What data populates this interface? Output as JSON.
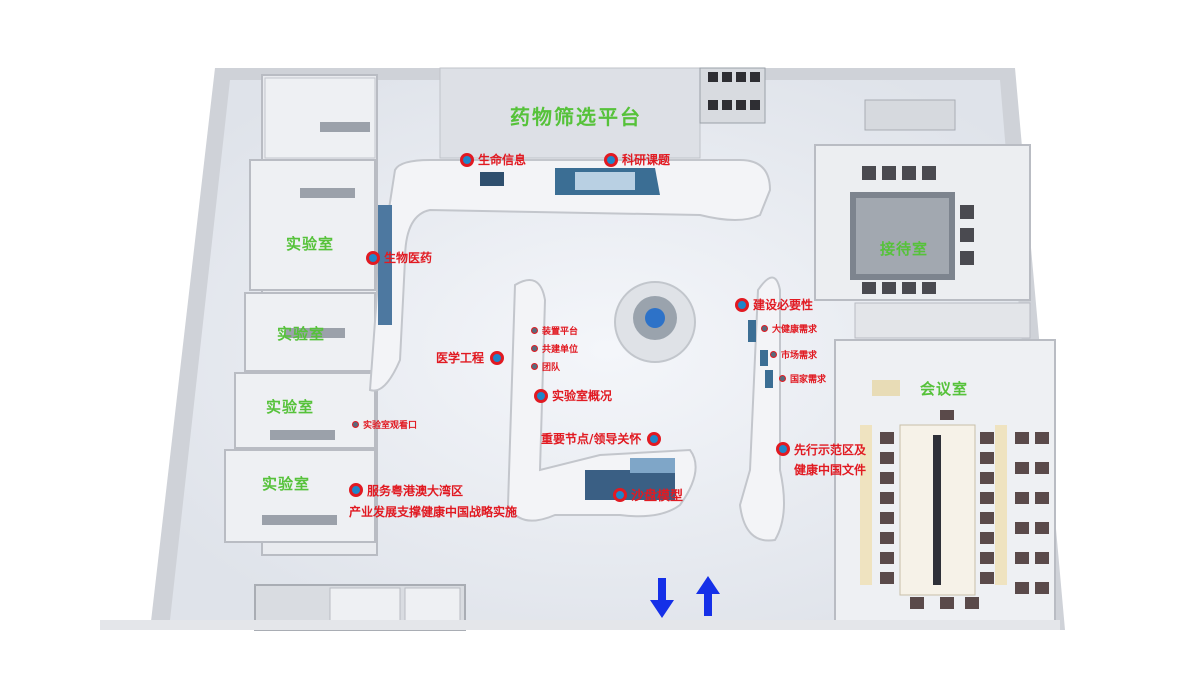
{
  "colors": {
    "accent_green": "#56c23a",
    "hotspot_red": "#e11a22",
    "hotspot_blue": "#1f86c9",
    "arrow_blue": "#1530e8"
  },
  "areas": {
    "drug_screening": "药物筛选平台",
    "lab1": "实验室",
    "lab2": "实验室",
    "lab3": "实验室",
    "lab4": "实验室",
    "reception": "接待室",
    "meeting": "会议室"
  },
  "hotspots": {
    "life_info": "生命信息",
    "research": "科研课题",
    "bio_medicine": "生物医药",
    "medical_eng": "医学工程",
    "lab_overview": "实验室概况",
    "key_nodes": "重要节点/领导关怀",
    "sand_table": "沙盘模型",
    "build_necessity": "建设必要性",
    "demo_zone_line1": "先行示范区及",
    "demo_zone_line2": "健康中国文件",
    "gba_line1": "服务粤港澳大湾区",
    "gba_line2": "产业发展支撑健康中国战略实施",
    "lab_window": "实验室观看口"
  },
  "subpoints": {
    "platform": "装置平台",
    "co_builders": "共建单位",
    "team": "团队",
    "health_demand": "大健康需求",
    "market_demand": "市场需求",
    "national_demand": "国家需求"
  },
  "nav": {
    "down_icon": "arrow-down-icon",
    "up_icon": "arrow-up-icon"
  }
}
